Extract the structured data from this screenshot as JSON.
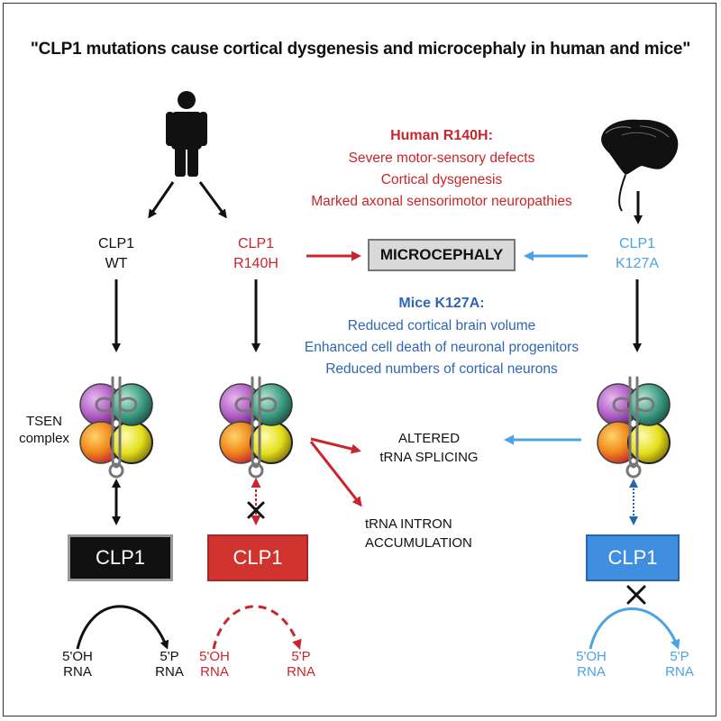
{
  "title": "\"CLP1 mutations cause cortical dysgenesis and microcephaly in human and mice\"",
  "human": {
    "heading": "Human R140H:",
    "effects": [
      "Severe motor-sensory defects",
      "Cortical dysgenesis",
      "Marked axonal sensorimotor neuropathies"
    ]
  },
  "mice": {
    "heading": "Mice K127A:",
    "effects": [
      "Reduced cortical brain volume",
      "Enhanced cell death of neuronal progenitors",
      "Reduced numbers of cortical neurons"
    ]
  },
  "genotypes": {
    "wt": [
      "CLP1",
      "WT"
    ],
    "r140h": [
      "CLP1",
      "R140H"
    ],
    "k127a": [
      "CLP1",
      "K127A"
    ]
  },
  "microcephaly": "MICROCEPHALY",
  "tsen_label": [
    "TSEN",
    "complex"
  ],
  "outcomes": {
    "splicing": [
      "ALTERED",
      "tRNA SPLICING"
    ],
    "intron": [
      "tRNA INTRON",
      "ACCUMULATION"
    ]
  },
  "clp1_box": "CLP1",
  "rna": {
    "oh": [
      "5'OH",
      "RNA"
    ],
    "p": [
      "5'P",
      "RNA"
    ]
  },
  "colors": {
    "red": "#c8262c",
    "blue": "#4ba3e3",
    "black": "#111111",
    "sphere_purple": "#b05fc4",
    "sphere_green": "#3f9e86",
    "sphere_orange": "#e8641f",
    "sphere_yellow": "#e3df1c"
  },
  "icons": [
    "human-figure-icon",
    "mouse-icon"
  ]
}
